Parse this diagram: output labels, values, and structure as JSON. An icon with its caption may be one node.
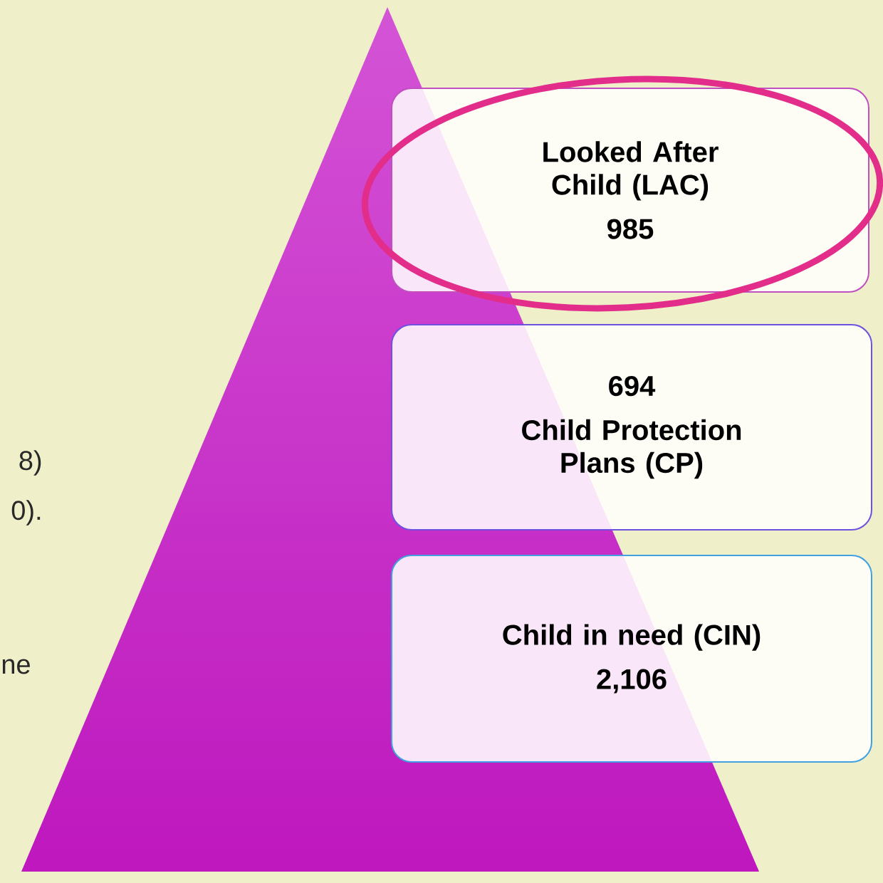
{
  "diagram": {
    "nodes": [
      {
        "text": [
          "Looked After Child (LAC)",
          "985"
        ]
      },
      {
        "text": [
          "694",
          "Child Protection Plans (CP)"
        ]
      },
      {
        "text": [
          "Child in need (CIN)",
          "2,106"
        ]
      }
    ],
    "labels": [
      "8)",
      "0).",
      "ne"
    ]
  }
}
